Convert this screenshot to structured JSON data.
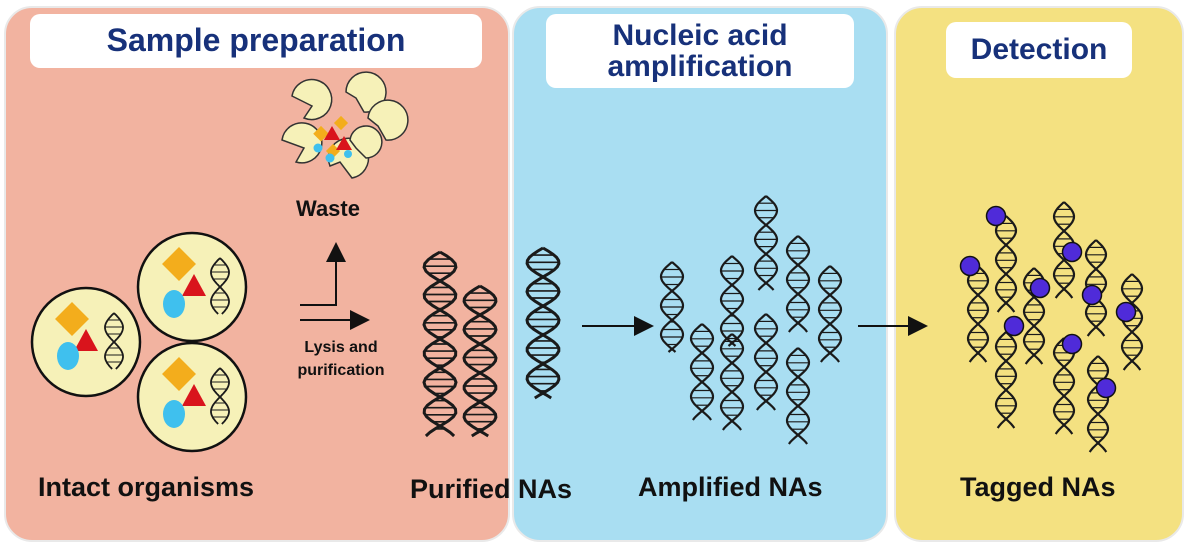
{
  "colors": {
    "sample_panel": "#f2b3a0",
    "amplification_panel": "#a9def2",
    "detection_panel": "#f4e181",
    "title_text": "#17317a",
    "cell_fill": "#f6f1b8",
    "dna_tagged": "#cbe04a",
    "tag_dot": "#4f2bd9",
    "square": "#f3ad1c",
    "triangle": "#d9141c",
    "circle": "#3fc0ee"
  },
  "stages": [
    {
      "title": "Sample preparation",
      "labels": {
        "organisms": "Intact organisms",
        "waste": "Waste",
        "lysis": [
          "Lysis and",
          "purification"
        ],
        "purified": "Purified NAs"
      }
    },
    {
      "title": [
        "Nucleic acid",
        "amplification"
      ],
      "labels": {
        "amplified": "Amplified NAs"
      }
    },
    {
      "title": "Detection",
      "labels": {
        "tagged": "Tagged NAs"
      }
    }
  ],
  "icons": {
    "cell": "cell-icon",
    "dna": "dna-helix-icon",
    "arrow": "arrow-right-icon",
    "tag": "tag-dot-icon"
  }
}
